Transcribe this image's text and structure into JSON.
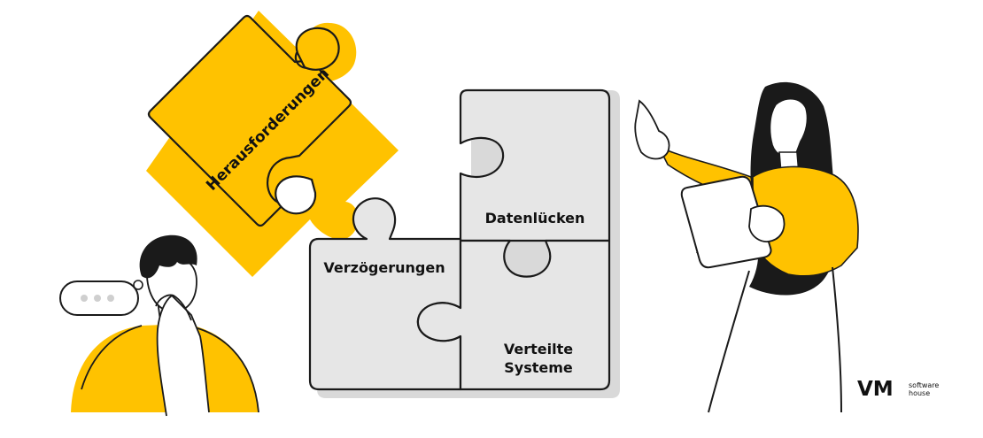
{
  "pieces": {
    "challenges": "Herausforderungen",
    "data_gaps": "Datenlücken",
    "delays": "Verzögerungen",
    "distributed_1": "Verteilte",
    "distributed_2": "Systeme"
  },
  "logo": {
    "mark": "VM",
    "sub_1": "software",
    "sub_2": "house"
  },
  "colors": {
    "accent": "#FFC200",
    "piece_gray": "#E6E6E6",
    "shadow_gray": "#D9D9D9",
    "outline": "#1A1A1A"
  }
}
